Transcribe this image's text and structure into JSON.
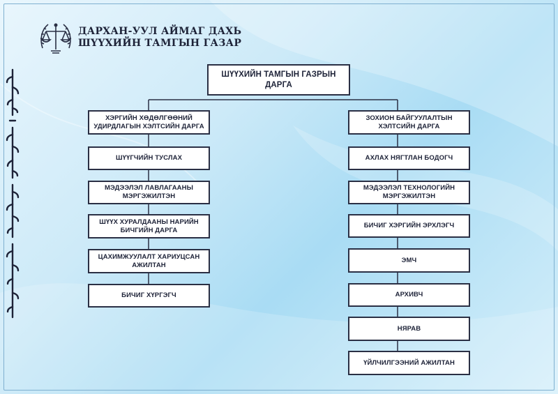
{
  "header": {
    "title_line1": "ДАРХАН-УУЛ АЙМАГ ДАХЬ",
    "title_line2": "ШҮҮХИЙН ТАМГЫН ГАЗАР"
  },
  "org": {
    "head": "ШҮҮХИЙН ТАМГЫН ГАЗРЫН ДАРГА",
    "left_branch": {
      "head": "ХЭРГИЙН ХӨДӨЛГӨӨНИЙ УДИРДЛАГЫН ХЭЛТСИЙН ДАРГА",
      "items": [
        "ШҮҮГЧИЙН ТУСЛАХ",
        "МЭДЭЭЛЭЛ ЛАВЛАГААНЫ МЭРГЭЖИЛТЭН",
        "ШҮҮХ ХУРАЛДААНЫ НАРИЙН БИЧГИЙН ДАРГА",
        "ЦАХИМЖУУЛАЛТ ХАРИУЦСАН АЖИЛТАН",
        "БИЧИГ ХҮРГЭГЧ"
      ]
    },
    "right_branch": {
      "head": "ЗОХИОН БАЙГУУЛАЛТЫН ХЭЛТСИЙН ДАРГА",
      "items": [
        "АХЛАХ НЯГТЛАН БОДОГЧ",
        "МЭДЭЭЛЭЛ ТЕХНОЛОГИЙН МЭРГЭЖИЛТЭН",
        "БИЧИГ ХЭРГИЙН ЭРХЛЭГЧ",
        "ЭМЧ",
        "АРХИВЧ",
        "НЯРАВ",
        "ҮЙЛЧИЛГЭЭНИЙ АЖИЛТАН"
      ]
    }
  },
  "emblem_icon": "scales-of-justice-icon",
  "vertical_script_icon": "mongolian-script-text",
  "colors": {
    "box_border": "#2a2f44",
    "text": "#1e2338",
    "background": "#cdeaf8"
  }
}
